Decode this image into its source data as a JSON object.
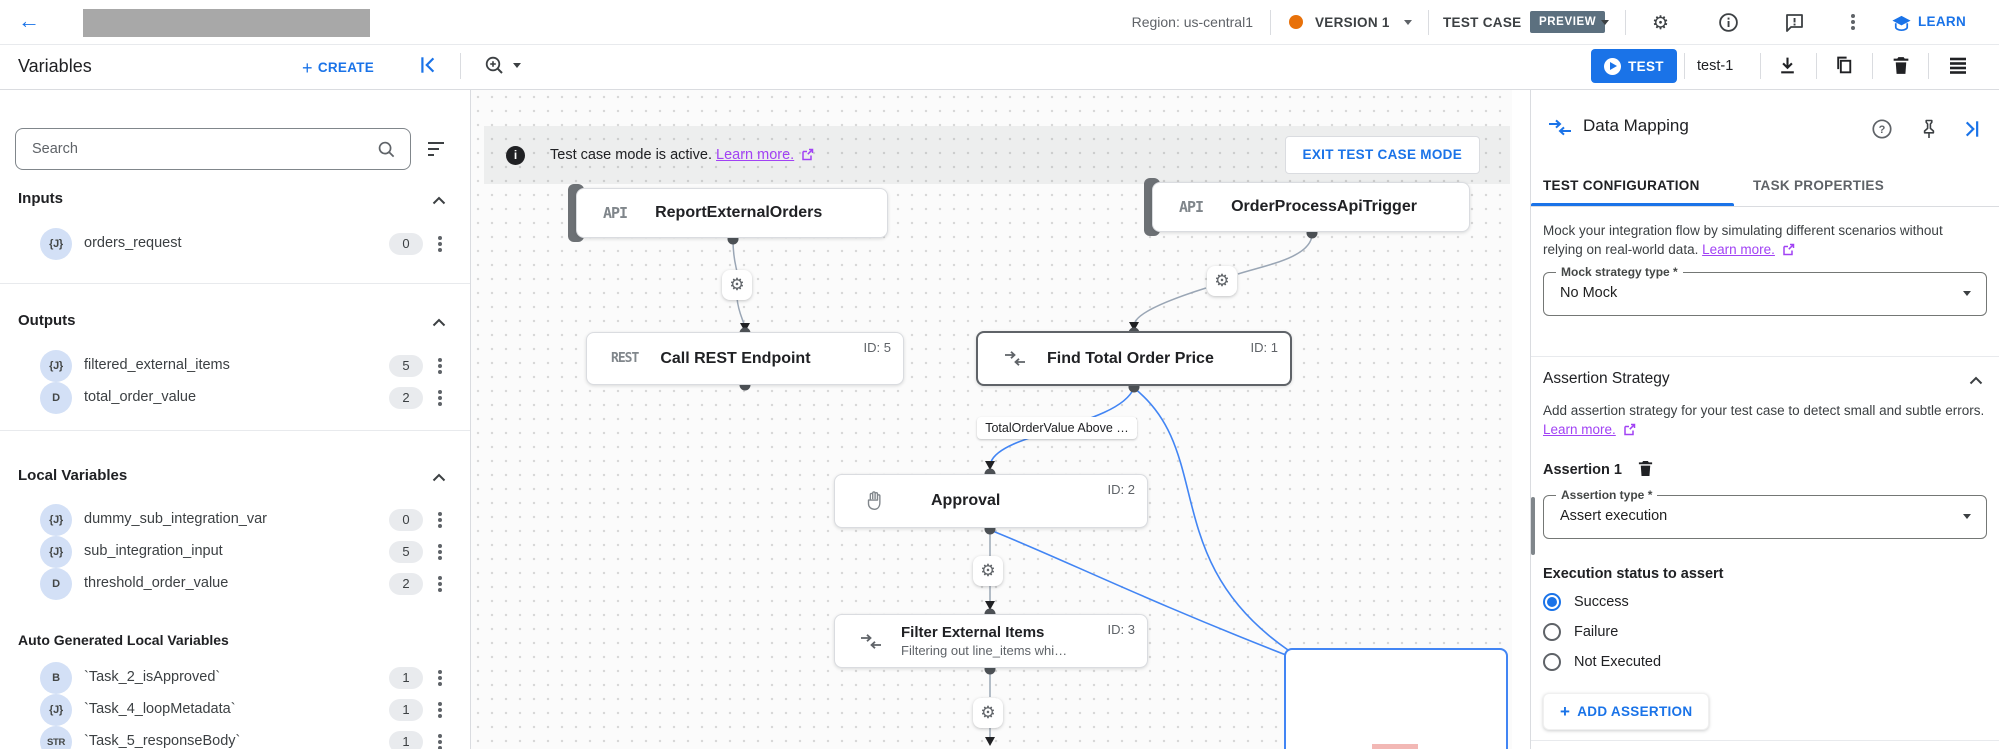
{
  "topbar": {
    "region": "Region: us-central1",
    "version": "VERSION 1",
    "test_case": "TEST CASE",
    "preview_badge": "PREVIEW",
    "learn": "LEARN"
  },
  "toolbar": {
    "title": "Variables",
    "create": "CREATE",
    "test": "TEST",
    "test_name": "test-1"
  },
  "sidebar": {
    "search_placeholder": "Search",
    "sections": [
      {
        "title": "Inputs",
        "items": [
          {
            "type": "{J}",
            "name": "orders_request",
            "count": "0"
          }
        ]
      },
      {
        "title": "Outputs",
        "items": [
          {
            "type": "{J}",
            "name": "filtered_external_items",
            "count": "5"
          },
          {
            "type": "D",
            "name": "total_order_value",
            "count": "2"
          }
        ]
      },
      {
        "title": "Local Variables",
        "items": [
          {
            "type": "{J}",
            "name": "dummy_sub_integration_var",
            "count": "0"
          },
          {
            "type": "{J}",
            "name": "sub_integration_input",
            "count": "5"
          },
          {
            "type": "D",
            "name": "threshold_order_value",
            "count": "2"
          }
        ]
      }
    ],
    "auto_section": {
      "title": "Auto Generated Local Variables",
      "items": [
        {
          "type": "B",
          "name": "`Task_2_isApproved`",
          "count": "1"
        },
        {
          "type": "{J}",
          "name": "`Task_4_loopMetadata`",
          "count": "1"
        },
        {
          "type": "STR",
          "name": "`Task_5_responseBody`",
          "count": "1"
        }
      ]
    }
  },
  "canvas": {
    "banner": {
      "text": "Test case mode is active.",
      "link": "Learn more.",
      "exit_button": "EXIT TEST CASE MODE"
    },
    "nodes": {
      "report": {
        "badge": "API",
        "title": "ReportExternalOrders"
      },
      "trigger": {
        "badge": "API",
        "title": "OrderProcessApiTrigger"
      },
      "rest": {
        "badge": "REST",
        "title": "Call REST Endpoint",
        "id": "ID: 5"
      },
      "find_total": {
        "title": "Find Total Order Price",
        "id": "ID: 1"
      },
      "approval": {
        "title": "Approval",
        "id": "ID: 2"
      },
      "filter": {
        "title": "Filter External Items",
        "id": "ID: 3",
        "subtitle": "Filtering out line_items whi…"
      }
    },
    "edge_label": "TotalOrderValue Above …"
  },
  "panel": {
    "title": "Data Mapping",
    "tabs": [
      "TEST CONFIGURATION",
      "TASK PROPERTIES"
    ],
    "mock_text": "Mock your integration flow by simulating different scenarios without relying on real-world data.",
    "learn_more": "Learn more.",
    "mock_field": {
      "label": "Mock strategy type *",
      "value": "No Mock"
    },
    "assertion_section": "Assertion Strategy",
    "assertion_text": "Add assertion strategy for your test case to detect small and subtle errors.",
    "assertion_item": "Assertion 1",
    "assertion_field": {
      "label": "Assertion type *",
      "value": "Assert execution"
    },
    "status_label": "Execution status to assert",
    "radios": [
      {
        "label": "Success",
        "selected": true
      },
      {
        "label": "Failure",
        "selected": false
      },
      {
        "label": "Not Executed",
        "selected": false
      }
    ],
    "add_button": "ADD ASSERTION"
  },
  "colors": {
    "accent": "#1a73e8",
    "purple_link": "#a142f4",
    "orange_dot": "#e8710a",
    "preview_badge_bg": "#5c707f",
    "edge_blue": "#4285f4",
    "edge_gray": "#9aa6b5"
  }
}
